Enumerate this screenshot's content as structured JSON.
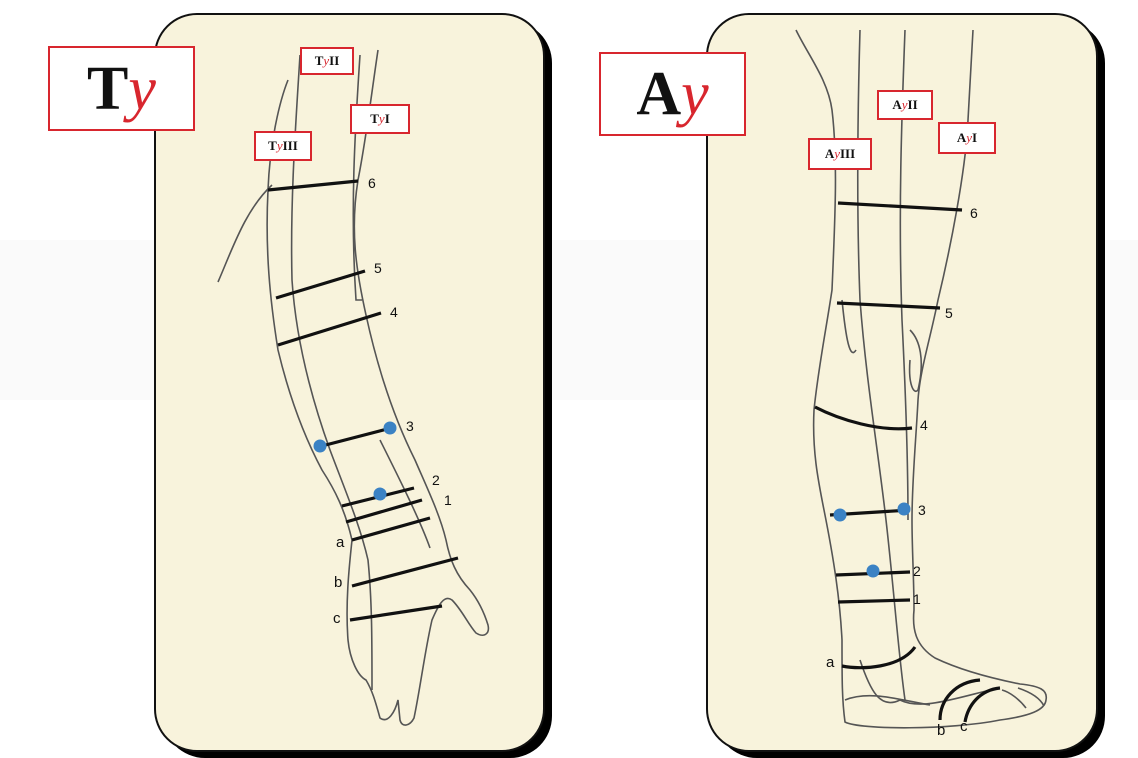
{
  "arm_panel": {
    "title": {
      "main": "T",
      "accent": "y"
    },
    "meridians": {
      "one": {
        "main": "T",
        "accent": "y",
        "tail": " I"
      },
      "two": {
        "main": "T",
        "accent": "y",
        "tail": " II"
      },
      "three": {
        "main": "T",
        "accent": "y",
        "tail": "III"
      }
    },
    "levels": [
      "6",
      "5",
      "4",
      "3",
      "2",
      "1",
      "a",
      "b",
      "c"
    ]
  },
  "leg_panel": {
    "title": {
      "main": "A",
      "accent": "y"
    },
    "meridians": {
      "one": {
        "main": "A",
        "accent": "y",
        "tail": "I"
      },
      "two": {
        "main": "A",
        "accent": "y",
        "tail": "II"
      },
      "three": {
        "main": "A",
        "accent": "y",
        "tail": "III"
      }
    },
    "levels": [
      "6",
      "5",
      "4",
      "3",
      "2",
      "1",
      "a",
      "b",
      "c"
    ]
  },
  "colors": {
    "panel_bg": "#f8f3dc",
    "title_border": "#d8262e",
    "accent_text": "#d8262e",
    "point": "#3b82c4",
    "band": "#111111",
    "outline": "#555555"
  }
}
